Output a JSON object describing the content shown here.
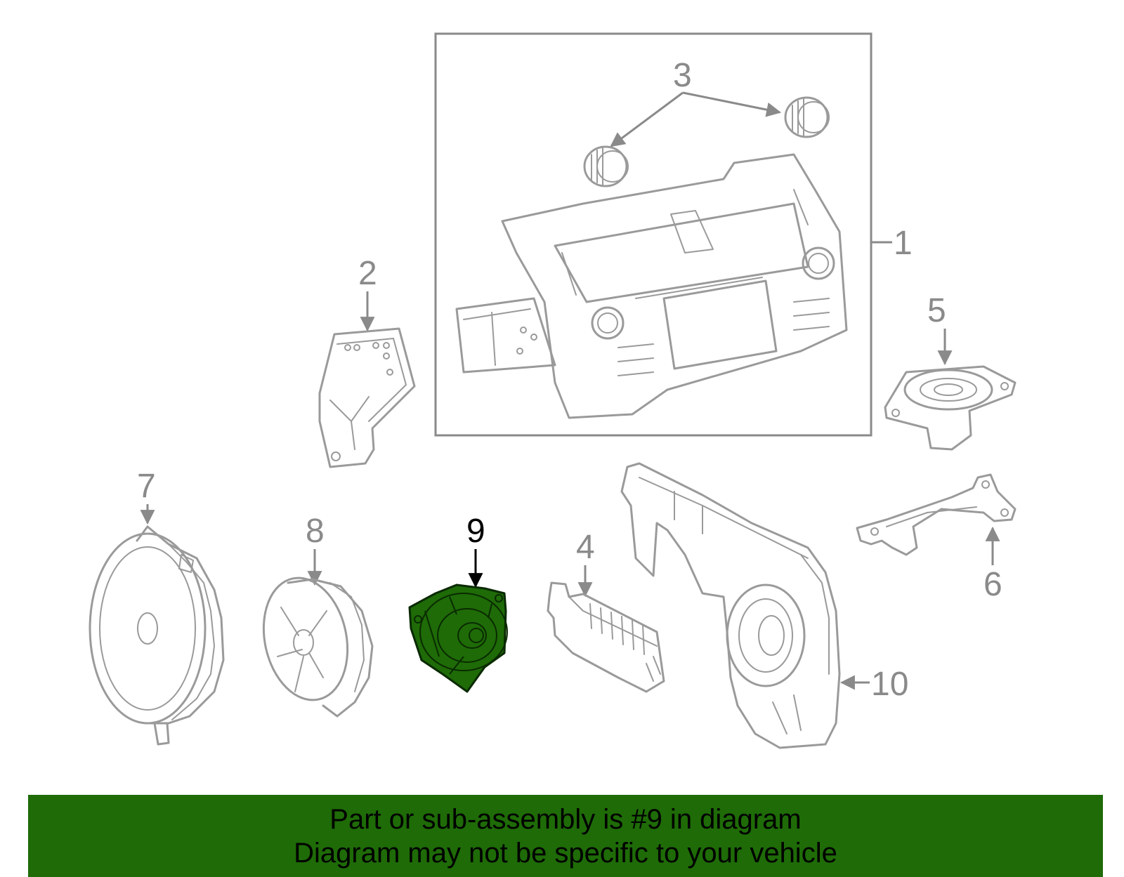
{
  "colors": {
    "highlight": "#1e6b07",
    "banner": "#1e6b07",
    "part_outline": "#9a9a9a",
    "label_gray": "#8a8a8a"
  },
  "labels": {
    "p1": "1",
    "p2": "2",
    "p3": "3",
    "p4": "4",
    "p5": "5",
    "p6": "6",
    "p7": "7",
    "p8": "8",
    "p9": "9",
    "p10": "10"
  },
  "highlighted_part": "9",
  "banner": {
    "line1": "Part or sub-assembly is #9 in diagram",
    "line2": "Diagram may not be specific to your vehicle"
  }
}
